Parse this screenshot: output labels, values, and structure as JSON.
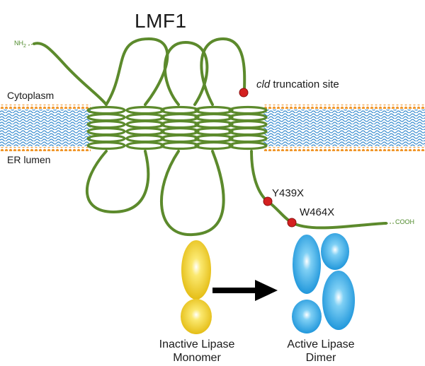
{
  "title": "LMF1",
  "n_terminus": "NH2",
  "c_terminus": "COOH",
  "compartments": {
    "top": "Cytoplasm",
    "bottom": "ER lumen"
  },
  "annotations": {
    "cld_prefix": "cld",
    "cld_suffix": " truncation site",
    "mutation_1": "Y439X",
    "mutation_2": "W464X"
  },
  "captions": {
    "inactive_line1": "Inactive Lipase",
    "inactive_line2": "Monomer",
    "active_line1": "Active Lipase",
    "active_line2": "Dimer"
  },
  "colors": {
    "protein": "#5c8a2c",
    "lipid_head": "#f0962a",
    "lipid_tail": "#3c8ed0",
    "mutation_site": "#d42020",
    "monomer": "#f0d21e",
    "dimer": "#2aa3e6",
    "arrow": "#000000"
  },
  "transmembrane_helices": 5
}
